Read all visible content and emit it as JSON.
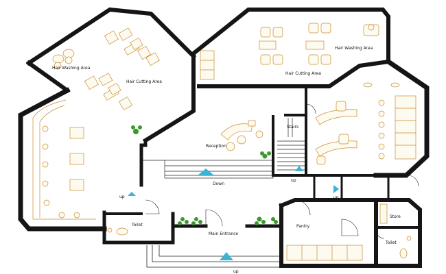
{
  "labels": {
    "hair_washing_left": "Hair Washing Area",
    "hair_cutting_left": "Hair Cutting Area",
    "hair_cutting_right": "Hair Cutting Area",
    "hair_washing_right": "Hair Washing Area",
    "stairs": "Stairs",
    "reception": "Reception",
    "down": "Down",
    "up_left": "up",
    "up_stair": "up",
    "up_right": "up",
    "up_bottom": "up",
    "toilet_left": "Toilet",
    "main_entrance": "Main Entrance",
    "pantry": "Pantry",
    "store": "Store",
    "toilet_right": "Toilet"
  },
  "colors": {
    "wall": "#151515",
    "furniture": "#c98a2a",
    "plants": "#3a9a2c",
    "arrows": "#3ab3d6",
    "text": "#111111"
  }
}
